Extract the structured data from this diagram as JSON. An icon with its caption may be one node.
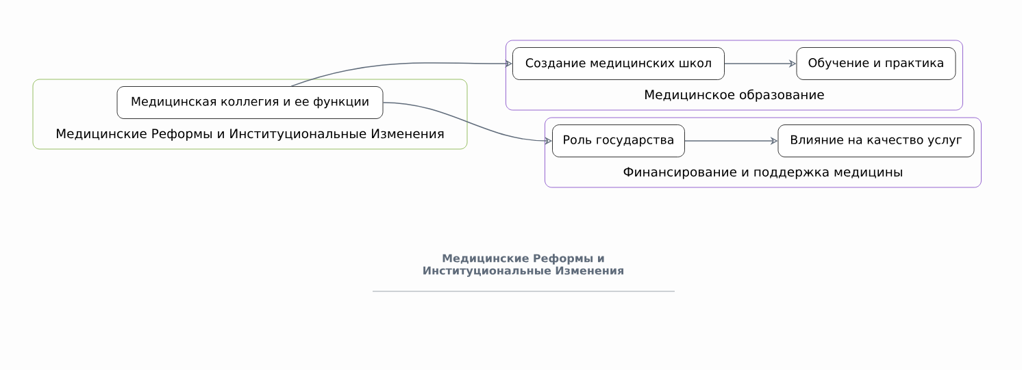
{
  "diagram": {
    "title": "Медицинские Реформы и Институциональные Изменения",
    "nodes": [
      {
        "text": [
          "Медицинские Реформы и Институциональные Изменения"
        ]
      },
      {
        "text": [
          "Медицинская коллегия и ее функции"
        ],
        "in": 0
      },
      {
        "text": [
          "Медицинское образование"
        ]
      },
      {
        "text": [
          "Создание медицинских школ"
        ],
        "in": 2
      },
      {
        "text": [
          "Обучение и практика"
        ],
        "in": 2
      },
      {
        "text": [
          "Финансирование и поддержка медицины"
        ]
      },
      {
        "text": [
          "Роль государства"
        ],
        "in": 5
      },
      {
        "text": [
          "Влияние на качество услуг"
        ],
        "in": 5
      }
    ],
    "edges": [
      {
        "from": 1,
        "to": 3,
        "arrow": "to"
      },
      {
        "from": 1,
        "to": 6,
        "arrow": "to"
      },
      {
        "from": 3,
        "to": 4,
        "arrow": "to"
      },
      {
        "from": 6,
        "to": 7,
        "arrow": "to"
      }
    ]
  }
}
